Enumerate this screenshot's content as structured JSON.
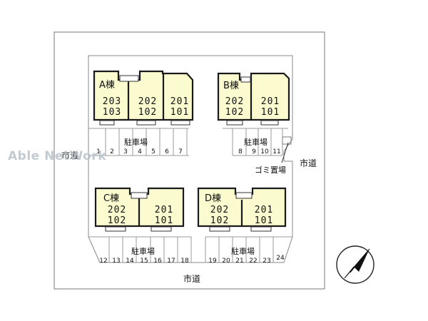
{
  "watermark": "Able NetWork",
  "roads": {
    "left": "市道",
    "right": "市道",
    "bottom": "市道"
  },
  "garbage": "ゴミ置場",
  "parking_label": "駐車場",
  "buildings": {
    "A": {
      "name": "A棟",
      "units": [
        [
          "203",
          "103"
        ],
        [
          "202",
          "102"
        ],
        [
          "201",
          "101"
        ]
      ]
    },
    "B": {
      "name": "B棟",
      "units": [
        [
          "202",
          "102"
        ],
        [
          "201",
          "101"
        ]
      ]
    },
    "C": {
      "name": "C棟",
      "units": [
        [
          "202",
          "102"
        ],
        [
          "201",
          "101"
        ]
      ]
    },
    "D": {
      "name": "D棟",
      "units": [
        [
          "202",
          "102"
        ],
        [
          "201",
          "101"
        ]
      ]
    }
  },
  "parking_numbers": {
    "top_left": [
      "1",
      "2",
      "3",
      "4",
      "5",
      "6",
      "7"
    ],
    "top_right": [
      "8",
      "9",
      "10",
      "11"
    ],
    "bottom_left": [
      "12",
      "13",
      "14",
      "15",
      "16",
      "17",
      "18"
    ],
    "bottom_right": [
      "19",
      "20",
      "21",
      "22",
      "23",
      "24"
    ]
  },
  "compass": "north-arrow-icon"
}
